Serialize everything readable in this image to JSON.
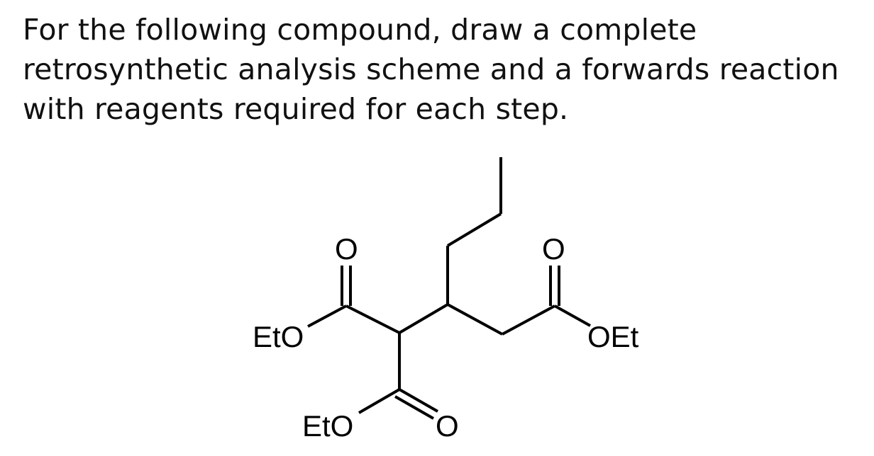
{
  "question": {
    "lines": [
      "For the following compound, draw a complete",
      "retrosynthetic analysis scheme and a forwards reaction",
      "with reagents required for each step."
    ]
  },
  "structure": {
    "labels": {
      "left_ester_oxygen": "EtO",
      "left_carbonyl_oxygen": "O",
      "bottom_ester_oxygen": "EtO",
      "bottom_carbonyl_oxygen": "O",
      "right_carbonyl_oxygen": "O",
      "right_ester_oxygen": "OEt"
    }
  }
}
